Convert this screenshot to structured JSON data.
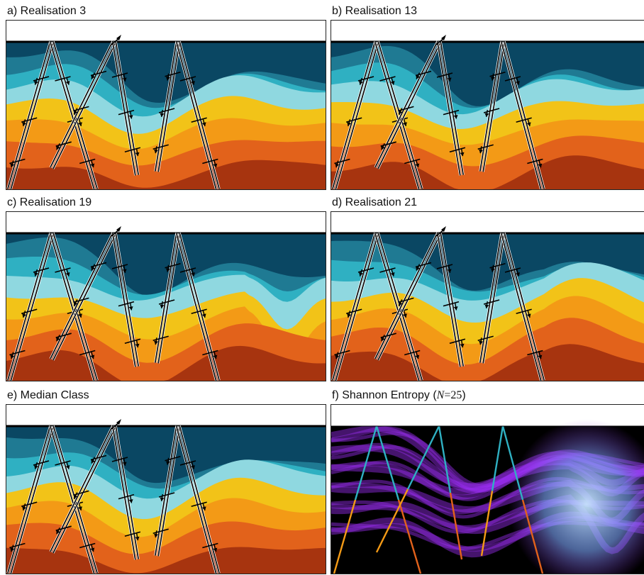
{
  "panels": {
    "a": {
      "title": "a) Realisation 3"
    },
    "b": {
      "title": "b) Realisation 13"
    },
    "c": {
      "title": "c) Realisation 19"
    },
    "d": {
      "title": "d) Realisation 21"
    },
    "e": {
      "title": "e) Median Class"
    },
    "f": {
      "title_prefix": "f) Shannon Entropy (",
      "title_var": "N",
      "title_eq": "=",
      "title_value": "25",
      "title_suffix": ")"
    }
  },
  "colors": {
    "stratigraphy": [
      "#0a4763",
      "#1f7a93",
      "#2fb0c2",
      "#8fd8e0",
      "#f2c318",
      "#f39a16",
      "#e2621b",
      "#a7340f"
    ],
    "entropy_background": "#000000",
    "entropy_high": "#9a2cf0",
    "entropy_max": "#c8e6ff"
  }
}
